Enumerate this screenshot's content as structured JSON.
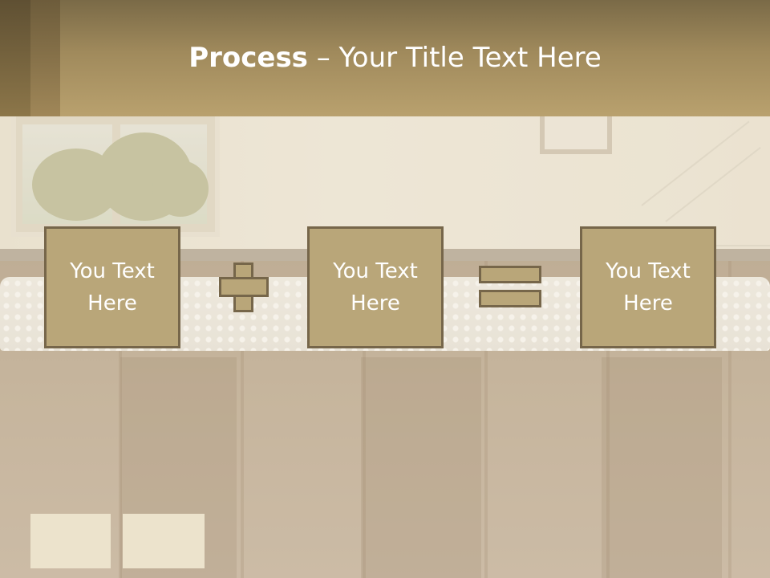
{
  "slide": {
    "title_bold": "Process",
    "title_rest": " – Your Title Text Here"
  },
  "process": {
    "boxes": [
      {
        "label": "You Text\nHere"
      },
      {
        "label": "You Text\nHere"
      },
      {
        "label": "You Text\nHere"
      }
    ],
    "operators": [
      "plus-icon",
      "equals-icon"
    ]
  },
  "colors": {
    "title_band": "#b9a16e",
    "box_fill": "#b9a679",
    "box_border": "#76664a",
    "text": "#ffffff"
  }
}
